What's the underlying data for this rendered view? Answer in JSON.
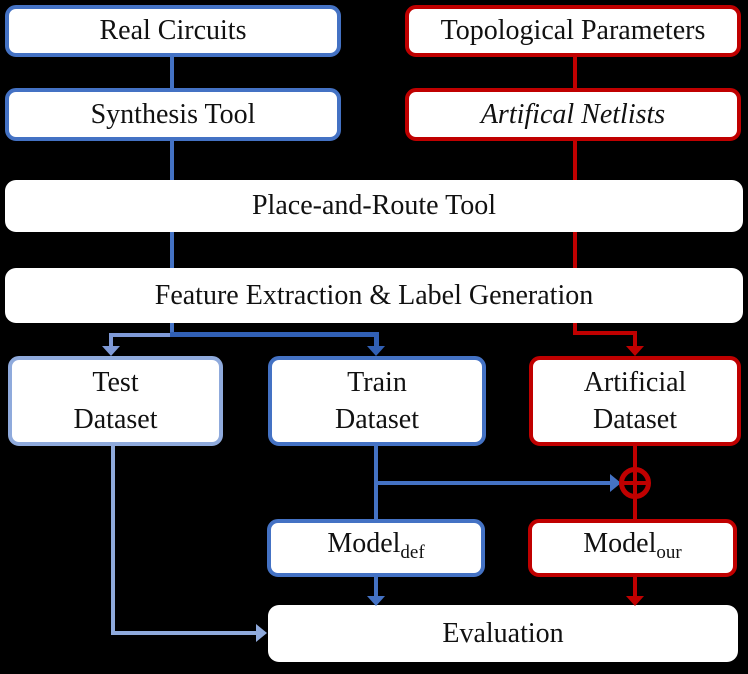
{
  "figure": {
    "type": "flowchart",
    "description": "ML pipeline figure: real circuits vs. artificial netlists feeding place-and-route, feature extraction, datasets, models and evaluation"
  },
  "colors": {
    "background": "#000000",
    "box_fill": "#FFFFFF",
    "blue_border": "#4472C4",
    "blue_light": "#8FAADC",
    "blue_dark": "#3160B5",
    "blue_mid": "#7E99D6",
    "red": "#C00000",
    "text": "#111111"
  },
  "nodes": {
    "real_circuits": {
      "label": "Real Circuits"
    },
    "topological_parameters": {
      "label": "Topological Parameters"
    },
    "synthesis_tool": {
      "label": "Synthesis Tool"
    },
    "artifical_netlists": {
      "label": "Artifical Netlists"
    },
    "place_and_route": {
      "label": "Place-and-Route Tool"
    },
    "feature_extraction": {
      "label": "Feature Extraction & Label Generation"
    },
    "test_dataset": {
      "line1": "Test",
      "line2": "Dataset"
    },
    "train_dataset": {
      "line1": "Train",
      "line2": "Dataset"
    },
    "artificial_dataset": {
      "line1": "Artificial",
      "line2": "Dataset"
    },
    "model_def": {
      "base": "Model",
      "subscript": "def"
    },
    "model_our": {
      "base": "Model",
      "subscript": "our"
    },
    "evaluation": {
      "label": "Evaluation"
    }
  },
  "icons": {
    "combine": "circle-plus-xor"
  }
}
